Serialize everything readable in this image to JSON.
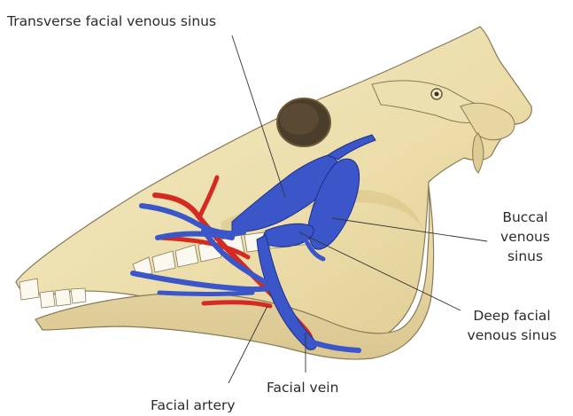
{
  "labels": {
    "transverse": "Transverse facial venous sinus",
    "buccal_1": "Buccal",
    "buccal_2": "venous",
    "buccal_3": "sinus",
    "deep_1": "Deep facial",
    "deep_2": "venous sinus",
    "facial_vein": "Facial vein",
    "facial_artery": "Facial artery"
  },
  "colors": {
    "bone": "#eee3b8",
    "bone_shade": "#d9c88e",
    "bone_outline": "#8a7a55",
    "vein": "#3a56c8",
    "vein_dark": "#1d2f8a",
    "artery": "#d42a22",
    "leader": "#333333"
  }
}
